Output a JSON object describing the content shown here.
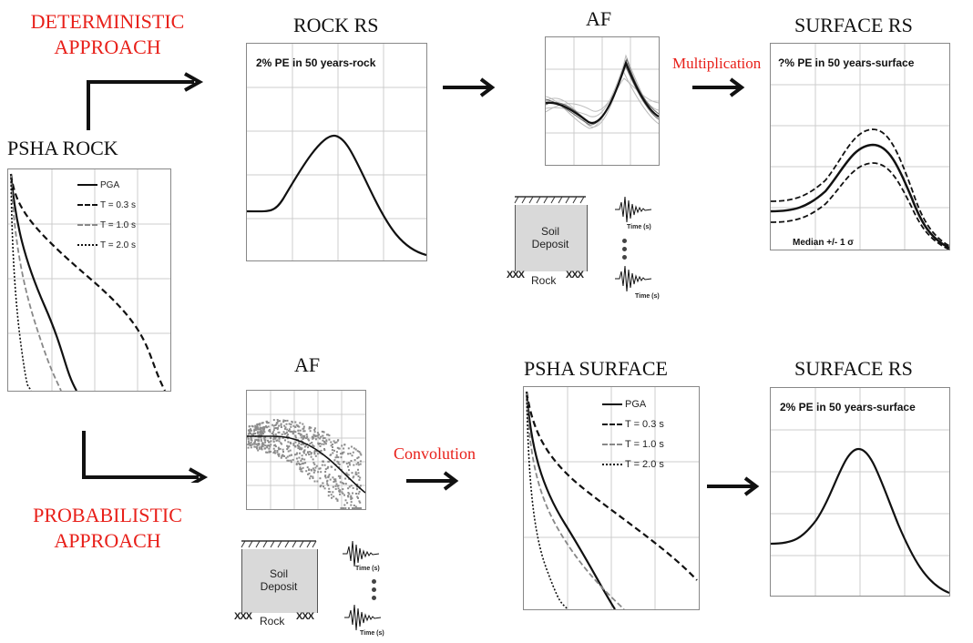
{
  "labels": {
    "deterministic": [
      "DETERMINISTIC",
      "APPROACH"
    ],
    "probabilistic": [
      "PROBABILISTIC",
      "APPROACH"
    ],
    "psha_rock": "PSHA ROCK",
    "rock_rs": "ROCK RS",
    "af_top": "AF",
    "surface_rs_top": "SURFACE RS",
    "af_bottom": "AF",
    "psha_surface": "PSHA SURFACE",
    "surface_rs_bottom": "SURFACE RS",
    "multiplication": "Multiplication",
    "convolution": "Convolution"
  },
  "captions": {
    "rock_rs": "2% PE in 50 years-rock",
    "surface_rs_top": "?% PE in 50 years-surface",
    "surface_rs_bottom": "2% PE in 50 years-surface",
    "median": "Median +/- 1 σ"
  },
  "legend": [
    {
      "label": "PGA",
      "style": "solid"
    },
    {
      "label": "T = 0.3 s",
      "style": "dashed"
    },
    {
      "label": "T = 1.0 s",
      "style": "dashed-gray"
    },
    {
      "label": "T = 2.0 s",
      "style": "dotted"
    }
  ],
  "soil": {
    "deposit_line1": "Soil",
    "deposit_line2": "Deposit",
    "rock": "Rock",
    "xs": "XXX",
    "time_label": "Time (s)"
  },
  "colors": {
    "accent_red": "#e8201a",
    "soil_fill": "#d9d9d9",
    "line": "#111111",
    "scatter": "#8c8c8c"
  }
}
